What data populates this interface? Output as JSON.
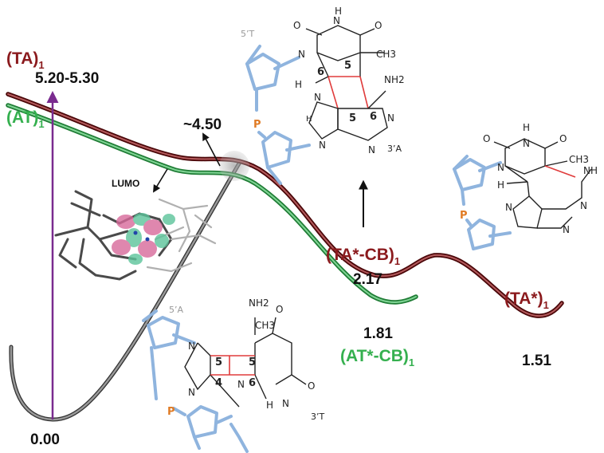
{
  "colors": {
    "ta_curve": "#6b0d0f",
    "ta_label": "#8b1a1d",
    "at_curve": "#2e9e4a",
    "at_label": "#35b04f",
    "gs_curve": "#555555",
    "excitation_arrow": "#7a2b8f",
    "dna_backbone": "#8fb4de",
    "phosphate": "#e07b24",
    "bond_highlight": "#e03b3b",
    "atom_text": "#222222",
    "strand_label": "#999999"
  },
  "states": {
    "ta1": {
      "name": "(TA)",
      "sub": "1"
    },
    "at1": {
      "name": "(AT)",
      "sub": "1"
    },
    "ta_cb": {
      "name": "(TA*-CB)",
      "sub": "1"
    },
    "at_cb": {
      "name": "(AT*-CB)",
      "sub": "1"
    },
    "ta_star": {
      "name": "(TA*)",
      "sub": "1"
    }
  },
  "energies": {
    "fc": "5.20-5.30",
    "ci": "~4.50",
    "ta_cb": "2.17",
    "at_cb": "1.81",
    "ta_star": "1.51",
    "gs": "0.00"
  },
  "orbital_label": "LUMO",
  "top_structure": {
    "strand_t": "5’T",
    "strand_a": "3’A",
    "atoms": {
      "h1": "H",
      "h2": "H",
      "o1": "O",
      "o2": "O",
      "n1": "N",
      "n2": "N",
      "n3": "N",
      "n4": "N",
      "n5": "N",
      "n6": "N",
      "p": "P",
      "h3": "H"
    },
    "ch3": "CH3",
    "nh2": "NH2",
    "pos": {
      "c6a": "6",
      "c5a": "5",
      "c6b": "6",
      "c5b": "5"
    }
  },
  "right_structure": {
    "atoms": {
      "h1": "H",
      "o1": "O",
      "o2": "O",
      "n1": "N",
      "n2": "N",
      "n3": "N",
      "n4": "N",
      "n5": "N",
      "p": "P",
      "h2": "H"
    },
    "ch3": "CH3",
    "nh": "NH"
  },
  "bottom_structure": {
    "strand_a": "5’A",
    "strand_t": "3’T",
    "atoms": {
      "o1": "O",
      "o2": "O",
      "n1": "N",
      "n2": "N",
      "n3": "N",
      "n4": "N",
      "nh": "NH",
      "p": "P",
      "h": "H"
    },
    "ch3": "CH3",
    "nh2": "NH2",
    "pos": {
      "c5a": "5",
      "c4": "4",
      "c5b": "5",
      "c6": "6"
    }
  }
}
